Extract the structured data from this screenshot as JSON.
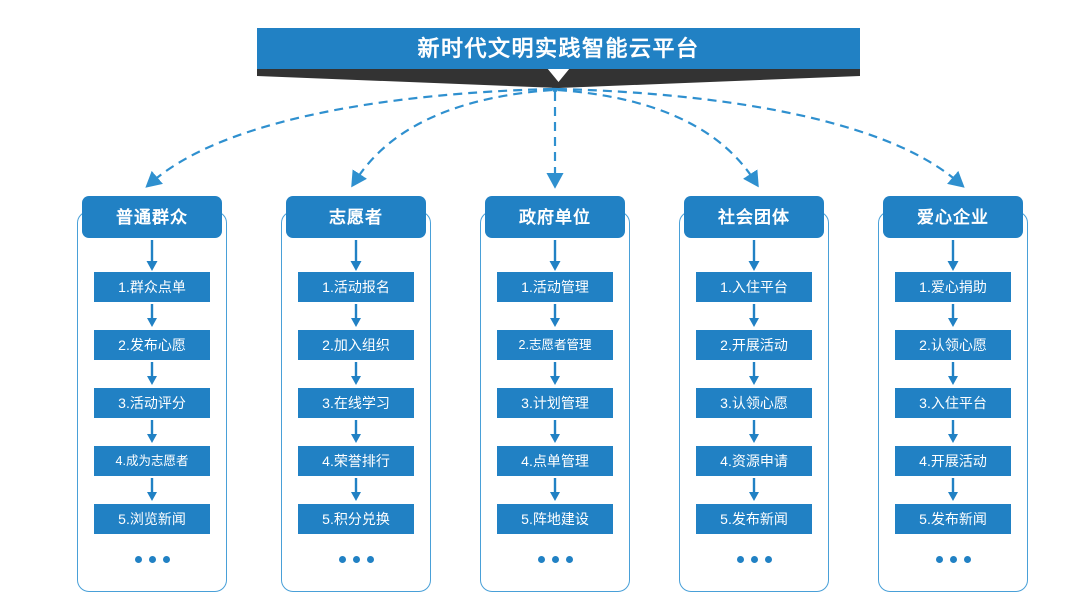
{
  "banner": {
    "title": "新时代文明实践智能云平台",
    "color": "#2181c4",
    "shadow_color": "#333333"
  },
  "theme": {
    "blue": "#2181c4",
    "border_blue": "#49a0d8",
    "dashed_arrow_blue": "#2f90cf",
    "text_white": "#ffffff"
  },
  "ellipsis_label": "•••",
  "columns": [
    {
      "header": "普通群众",
      "items": [
        "1.群众点单",
        "2.发布心愿",
        "3.活动评分",
        "4.成为志愿者",
        "5.浏览新闻"
      ]
    },
    {
      "header": "志愿者",
      "items": [
        "1.活动报名",
        "2.加入组织",
        "3.在线学习",
        "4.荣誉排行",
        "5.积分兑换"
      ]
    },
    {
      "header": "政府单位",
      "items": [
        "1.活动管理",
        "2.志愿者管理",
        "3.计划管理",
        "4.点单管理",
        "5.阵地建设"
      ]
    },
    {
      "header": "社会团体",
      "items": [
        "1.入住平台",
        "2.开展活动",
        "3.认领心愿",
        "4.资源申请",
        "5.发布新闻"
      ]
    },
    {
      "header": "爱心企业",
      "items": [
        "1.爱心捐助",
        "2.认领心愿",
        "3.入住平台",
        "4.开展活动",
        "5.发布新闻"
      ]
    }
  ]
}
